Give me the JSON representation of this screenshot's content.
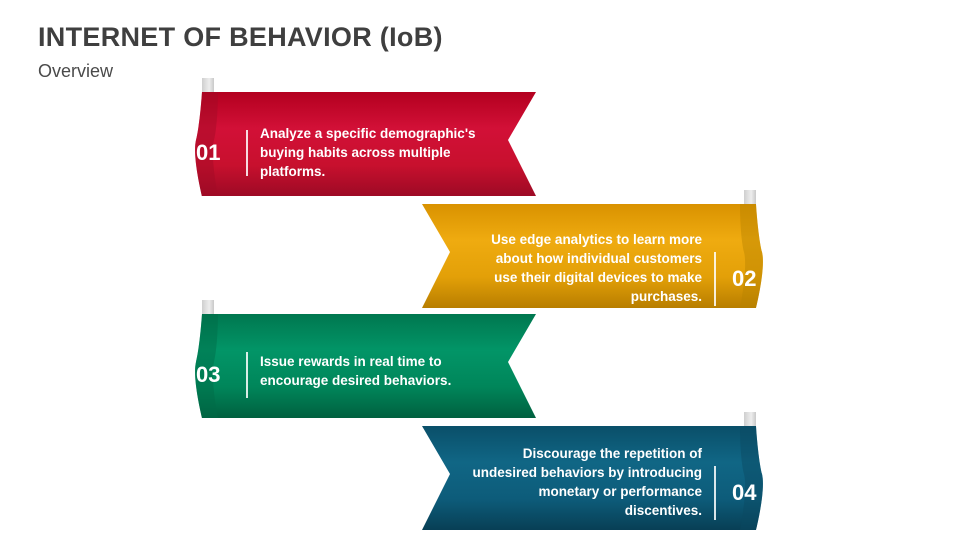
{
  "header": {
    "title": "INTERNET OF BEHAVIOR (IoB)",
    "subtitle": "Overview"
  },
  "colors": {
    "title_text": "#3f3f3f",
    "subtitle_text": "#4a4a4a",
    "background": "#ffffff",
    "ribbon_1": "#c8102e",
    "ribbon_1_dark": "#8f0a20",
    "ribbon_2": "#e3a008",
    "ribbon_2_dark": "#b07a00",
    "ribbon_3": "#00865a",
    "ribbon_3_dark": "#005e40",
    "ribbon_4": "#0d5c7a",
    "ribbon_4_dark": "#083e52",
    "tab_gray": "#d9d9d9"
  },
  "ribbons": [
    {
      "number": "01",
      "text": "Analyze a specific demographic's buying habits across multiple platforms.",
      "color": "#c8102e",
      "align": "left"
    },
    {
      "number": "02",
      "text": "Use edge analytics to learn more about how individual customers use their digital devices to make purchases.",
      "color": "#e3a008",
      "align": "right"
    },
    {
      "number": "03",
      "text": "Issue rewards in real time to encourage desired behaviors.",
      "color": "#00865a",
      "align": "left"
    },
    {
      "number": "04",
      "text": "Discourage the repetition of undesired behaviors by introducing monetary or performance discentives.",
      "color": "#0d5c7a",
      "align": "right"
    }
  ]
}
